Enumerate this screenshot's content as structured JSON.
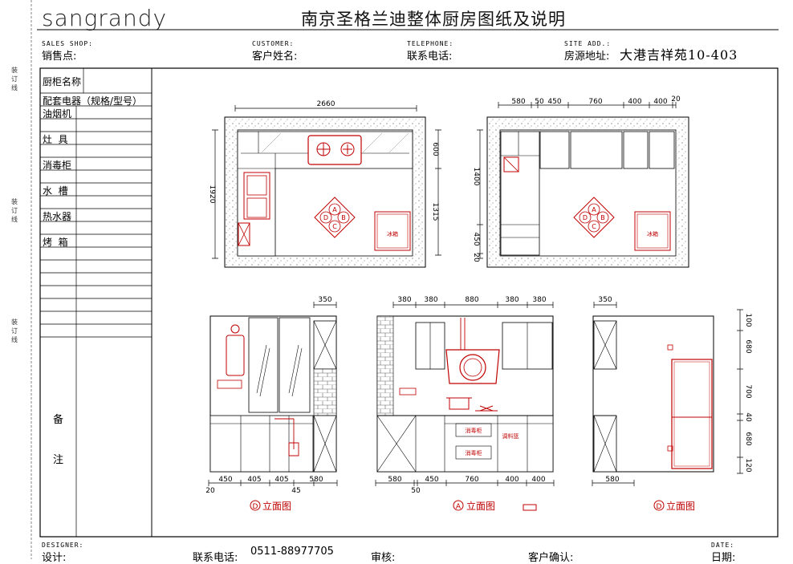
{
  "header": {
    "logo": "sangrandy",
    "title": "南京圣格兰迪整体厨房图纸及说明",
    "fields": [
      {
        "en": "SALES SHOP:",
        "cn": "销售点:"
      },
      {
        "en": "CUSTOMER:",
        "cn": "客户姓名:"
      },
      {
        "en": "TELEPHONE:",
        "cn": "联系电话:"
      },
      {
        "en": "SITE ADD.:",
        "cn": "房源地址:"
      }
    ],
    "site_address": "大港吉祥苑10-403"
  },
  "binding_line": [
    "装订线",
    "装订线",
    "装订线"
  ],
  "left_table": {
    "rows": [
      "厨柜名称",
      "配套电器（规格/型号）",
      "油烟机",
      "灶  具",
      "消毒柜",
      "水  槽",
      "热水器",
      "烤  箱"
    ],
    "remarks": [
      "备",
      "注"
    ]
  },
  "plan_left": {
    "top_dim": "2660",
    "left_dim": "1920",
    "right_dims": [
      "600",
      "1315"
    ],
    "compass": [
      "A",
      "B",
      "C",
      "D"
    ],
    "fridge_label": "冰箱"
  },
  "plan_right": {
    "top_dims": [
      "580",
      "50",
      "450",
      "760",
      "400",
      "400",
      "20"
    ],
    "left_dims": [
      "1400",
      "450",
      "20"
    ],
    "compass": [
      "A",
      "B",
      "C",
      "D"
    ],
    "fridge_label": "冰箱"
  },
  "elev_left": {
    "top_dim": "350",
    "bottom_dims": [
      "450",
      "405",
      "405",
      "580"
    ],
    "bottom_small": [
      "20",
      "45"
    ],
    "caption_mark": "D",
    "caption": "立面图"
  },
  "elev_mid": {
    "top_dims": [
      "380",
      "380",
      "880",
      "380",
      "380"
    ],
    "bottom_dims": [
      "580",
      "450",
      "760",
      "400",
      "400"
    ],
    "bottom_small": [
      "50"
    ],
    "cabinet_labels": [
      "消毒柜",
      "消毒柜"
    ],
    "side_label": "调料篮",
    "caption_mark": "A",
    "caption": "立面图"
  },
  "elev_right": {
    "top_dim": "350",
    "bottom_dim": "580",
    "right_dims": [
      "100",
      "680",
      "700",
      "40",
      "680",
      "120"
    ],
    "caption_mark": "D",
    "caption": "立面图"
  },
  "footer": {
    "designer_en": "DESIGNER:",
    "designer_cn": "设计:",
    "phone_label": "联系电话:",
    "phone": "0511-88977705",
    "review": "审核:",
    "confirm": "客户确认:",
    "date_en": "DATE:",
    "date_cn": "日期:"
  },
  "colors": {
    "line": "#000000",
    "accent": "#c00000",
    "hatch": "#666666"
  }
}
